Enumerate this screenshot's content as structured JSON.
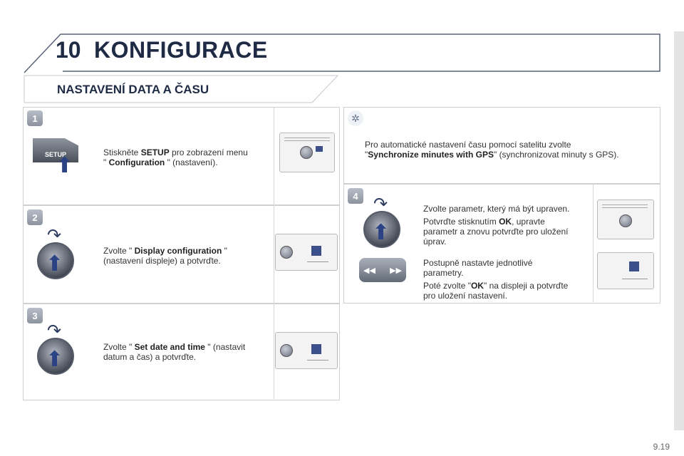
{
  "header": {
    "chapter_number": "10",
    "chapter_title": "KONFIGURACE",
    "section_title": "NASTAVENÍ DATA A ČASU"
  },
  "steps": [
    {
      "number": "1",
      "icon": "setup-button",
      "button_label": "SETUP",
      "text_pre": "Stiskněte ",
      "text_bold1": "SETUP",
      "text_mid": " pro zobrazení menu",
      "text_line2_pre": "\" ",
      "text_bold2": "Configuration",
      "text_post": " \" (nastavení)."
    },
    {
      "number": "2",
      "icon": "dial",
      "text_pre": "Zvolte \" ",
      "text_bold1": "Display configuration",
      "text_post": " \"",
      "text_line2": "(nastavení displeje) a potvrďte."
    },
    {
      "number": "3",
      "icon": "dial",
      "text_pre": "Zvolte \" ",
      "text_bold1": "Set date and time",
      "text_post": " \" (nastavit",
      "text_line2": "datum a čas) a potvrďte."
    }
  ],
  "tip": {
    "icon": "lightbulb-icon",
    "line1": "Pro automatické nastavení času pomocí satelitu zvolte",
    "quote_open": "\"",
    "bold": "Synchronize minutes with GPS",
    "line2_post": "\" (synchronizovat minuty s GPS)."
  },
  "step4": {
    "number": "4",
    "p1": "Zvolte parametr, který má být upraven.",
    "p2_pre": "Potvrďte stisknutím ",
    "p2_bold": "OK",
    "p2_post": ", upravte",
    "p2_line2": "parametr a znovu potvrďte pro uložení",
    "p2_line3": "úprav.",
    "p3_line1": "Postupně nastavte jednotlivé",
    "p3_line2": "parametry.",
    "p4_pre": "Poté zvolte \"",
    "p4_bold": "OK",
    "p4_post": "\" na displeji a potvrďte",
    "p4_line2": "pro uložení nastavení."
  },
  "page_number": "9.19"
}
